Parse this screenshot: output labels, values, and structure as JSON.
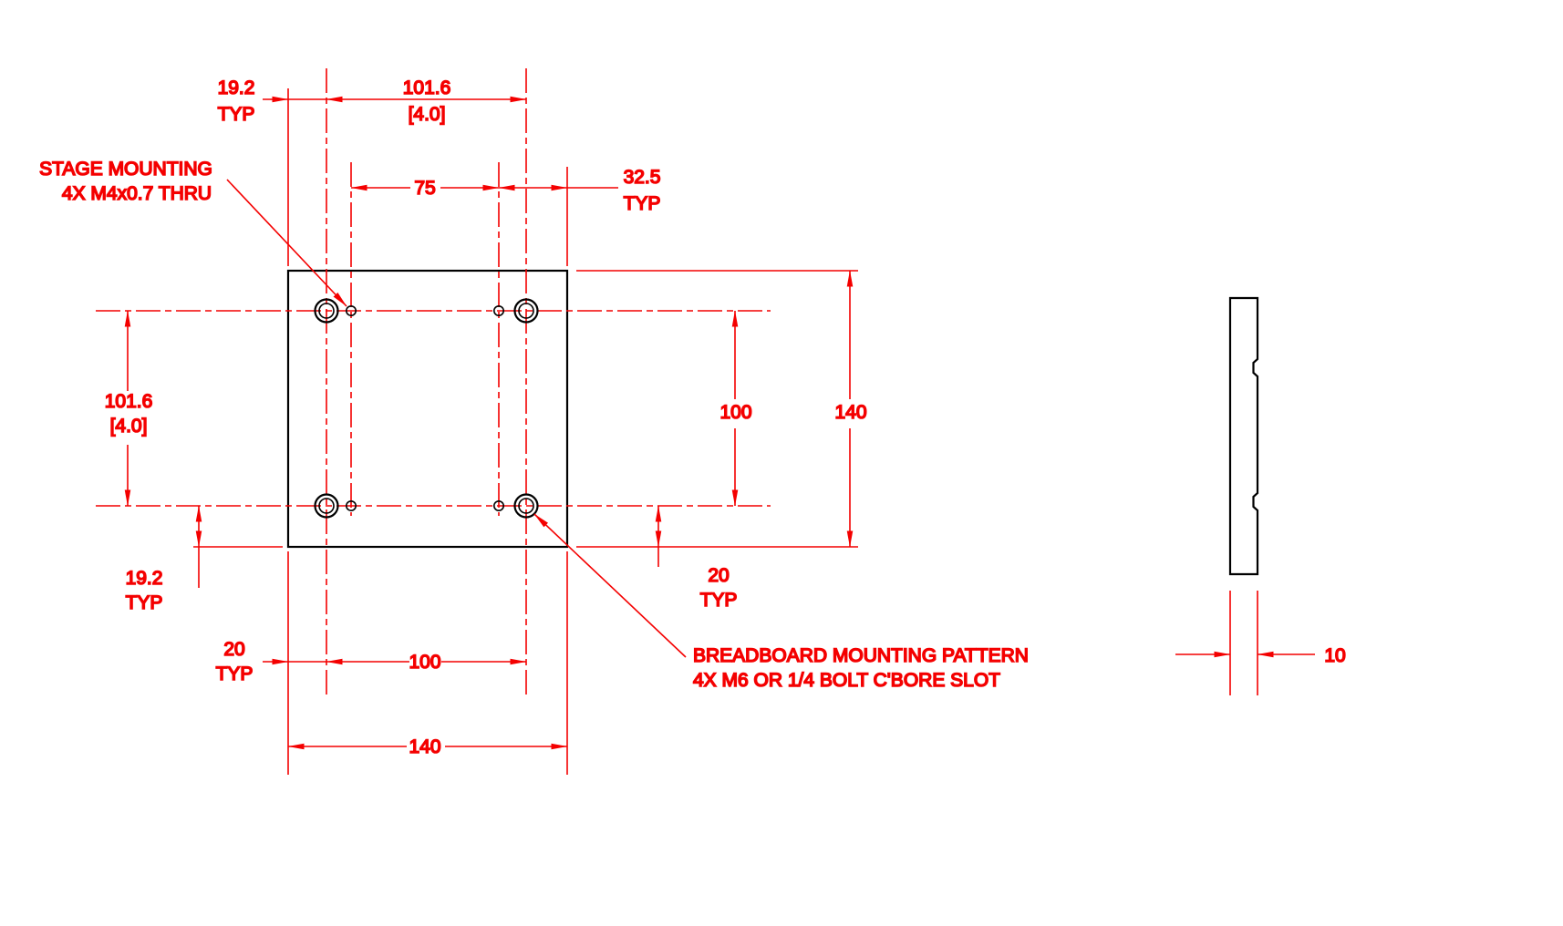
{
  "colors": {
    "red": "#f40000",
    "black": "#000000",
    "background": "#ffffff"
  },
  "front_view": {
    "callouts": {
      "stage": {
        "line1": "STAGE MOUNTING",
        "line2": "4X M4x0.7 THRU"
      },
      "breadboard": {
        "line1": "BREADBOARD MOUNTING PATTERN",
        "line2": "4X M6 OR 1/4 BOLT C'BORE SLOT"
      }
    },
    "dims": {
      "top_offset": {
        "value": "19.2",
        "qual": "TYP"
      },
      "top_span": {
        "value": "101.6",
        "alt": "[4.0]"
      },
      "stage_span": {
        "value": "75"
      },
      "stage_offset": {
        "value": "32.5",
        "qual": "TYP"
      },
      "left_span": {
        "value": "101.6",
        "alt": "[4.0]"
      },
      "left_offset": {
        "value": "19.2",
        "qual": "TYP"
      },
      "bottom_offset": {
        "value": "20",
        "qual": "TYP"
      },
      "bottom_span": {
        "value": "100"
      },
      "bottom_overall": {
        "value": "140"
      },
      "right_offset": {
        "value": "20",
        "qual": "TYP"
      },
      "right_span": {
        "value": "100"
      },
      "right_overall": {
        "value": "140"
      }
    }
  },
  "side_view": {
    "dims": {
      "thickness": {
        "value": "10"
      }
    }
  }
}
